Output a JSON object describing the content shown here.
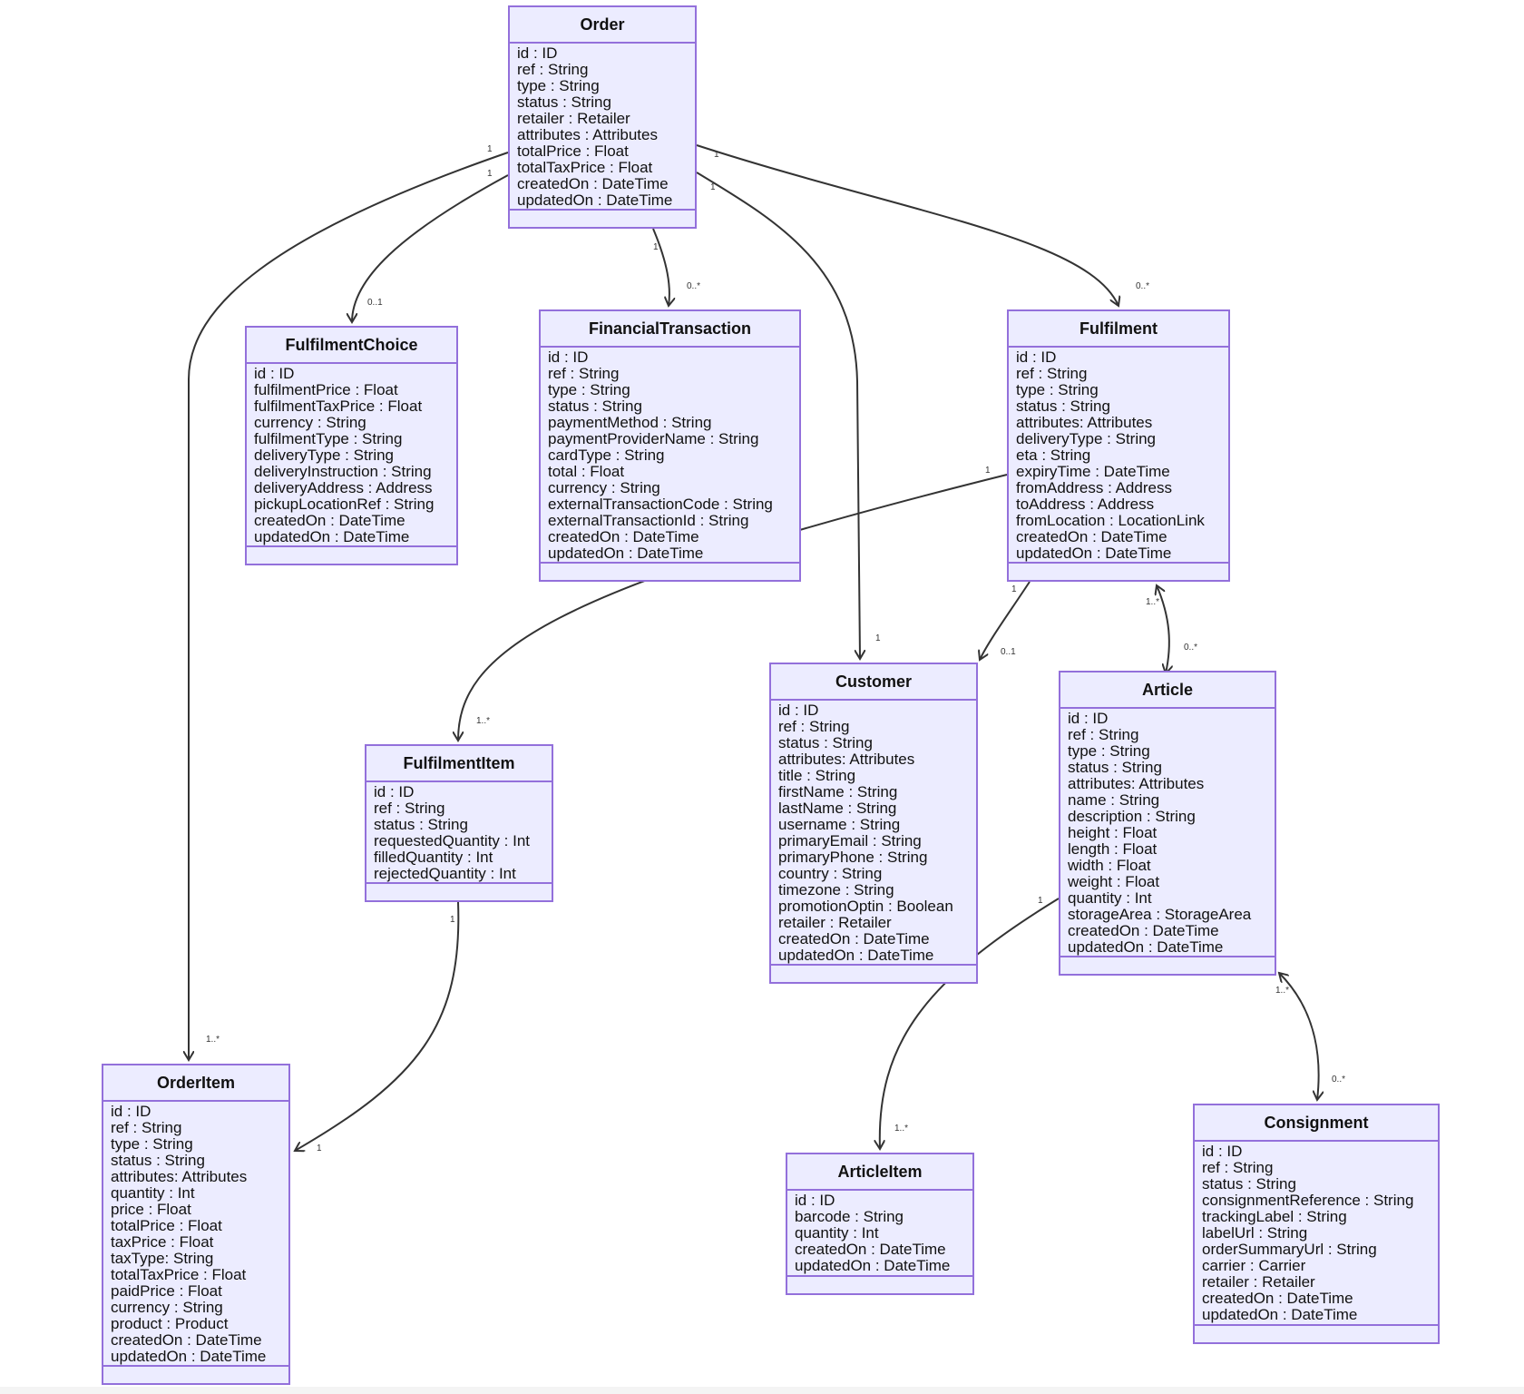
{
  "colors": {
    "class_fill": "#ECECFF",
    "class_border": "#9370DB",
    "edge": "#333333",
    "text": "#111111"
  },
  "classes": [
    {
      "id": "order",
      "name": "Order",
      "attributes": [
        "id : ID",
        "ref : String",
        "type : String",
        "status : String",
        "retailer : Retailer",
        "attributes : Attributes",
        "totalPrice : Float",
        "totalTaxPrice : Float",
        "createdOn : DateTime",
        "updatedOn : DateTime"
      ]
    },
    {
      "id": "fulfilmentchoice",
      "name": "FulfilmentChoice",
      "attributes": [
        "id : ID",
        "fulfilmentPrice : Float",
        "fulfilmentTaxPrice : Float",
        "currency : String",
        "fulfilmentType : String",
        "deliveryType : String",
        "deliveryInstruction : String",
        "deliveryAddress : Address",
        "pickupLocationRef : String",
        "createdOn : DateTime",
        "updatedOn : DateTime"
      ]
    },
    {
      "id": "financialtransaction",
      "name": "FinancialTransaction",
      "attributes": [
        "id : ID",
        "ref : String",
        "type : String",
        "status : String",
        "paymentMethod : String",
        "paymentProviderName : String",
        "cardType : String",
        "total : Float",
        "currency : String",
        "externalTransactionCode : String",
        "externalTransactionId : String",
        "createdOn : DateTime",
        "updatedOn : DateTime"
      ]
    },
    {
      "id": "fulfilment",
      "name": "Fulfilment",
      "attributes": [
        "id : ID",
        "ref : String",
        "type : String",
        "status : String",
        "attributes: Attributes",
        "deliveryType : String",
        "eta : String",
        "expiryTime : DateTime",
        "fromAddress : Address",
        "toAddress : Address",
        "fromLocation : LocationLink",
        "createdOn : DateTime",
        "updatedOn : DateTime"
      ]
    },
    {
      "id": "customer",
      "name": "Customer",
      "attributes": [
        "id : ID",
        "ref : String",
        "status : String",
        "attributes: Attributes",
        "title : String",
        "firstName : String",
        "lastName : String",
        "username : String",
        "primaryEmail : String",
        "primaryPhone : String",
        "country : String",
        "timezone : String",
        "promotionOptin : Boolean",
        "retailer : Retailer",
        "createdOn : DateTime",
        "updatedOn : DateTime"
      ]
    },
    {
      "id": "article",
      "name": "Article",
      "attributes": [
        "id : ID",
        "ref : String",
        "type : String",
        "status : String",
        "attributes: Attributes",
        "name : String",
        "description : String",
        "height : Float",
        "length : Float",
        "width : Float",
        "weight : Float",
        "quantity : Int",
        "storageArea : StorageArea",
        "createdOn : DateTime",
        "updatedOn : DateTime"
      ]
    },
    {
      "id": "fulfilmentitem",
      "name": "FulfilmentItem",
      "attributes": [
        "id : ID",
        "ref : String",
        "status : String",
        "requestedQuantity : Int",
        "filledQuantity : Int",
        "rejectedQuantity : Int"
      ]
    },
    {
      "id": "orderitem",
      "name": "OrderItem",
      "attributes": [
        "id : ID",
        "ref : String",
        "type : String",
        "status : String",
        "attributes: Attributes",
        "quantity : Int",
        "price : Float",
        "totalPrice : Float",
        "taxPrice : Float",
        "taxType: String",
        "totalTaxPrice : Float",
        "paidPrice : Float",
        "currency : String",
        "product : Product",
        "createdOn : DateTime",
        "updatedOn : DateTime"
      ]
    },
    {
      "id": "articleitem",
      "name": "ArticleItem",
      "attributes": [
        "id : ID",
        "barcode : String",
        "quantity : Int",
        "createdOn : DateTime",
        "updatedOn : DateTime"
      ]
    },
    {
      "id": "consignment",
      "name": "Consignment",
      "attributes": [
        "id : ID",
        "ref : String",
        "status : String",
        "consignmentReference : String",
        "trackingLabel : String",
        "labelUrl : String",
        "orderSummaryUrl : String",
        "carrier : Carrier",
        "retailer : Retailer",
        "createdOn : DateTime",
        "updatedOn : DateTime"
      ]
    }
  ],
  "relations": [
    {
      "from": "order",
      "to": "orderitem",
      "from_card": "1",
      "to_card": "1..*"
    },
    {
      "from": "order",
      "to": "fulfilmentchoice",
      "from_card": "1",
      "to_card": "0..1"
    },
    {
      "from": "order",
      "to": "financialtransaction",
      "from_card": "1",
      "to_card": "0..*"
    },
    {
      "from": "order",
      "to": "customer",
      "from_card": "1",
      "to_card": "1"
    },
    {
      "from": "order",
      "to": "fulfilment",
      "from_card": "1",
      "to_card": "0..*"
    },
    {
      "from": "fulfilment",
      "to": "fulfilmentitem",
      "from_card": "1",
      "to_card": "1..*"
    },
    {
      "from": "fulfilment",
      "to": "customer",
      "from_card": "1",
      "to_card": "0..1"
    },
    {
      "from": "fulfilment",
      "to": "article",
      "from_card": "1..*",
      "to_card": "0..*"
    },
    {
      "from": "fulfilmentitem",
      "to": "orderitem",
      "from_card": "1",
      "to_card": "1"
    },
    {
      "from": "article",
      "to": "articleitem",
      "from_card": "1",
      "to_card": "1..*"
    },
    {
      "from": "article",
      "to": "consignment",
      "from_card": "1..*",
      "to_card": "0..*"
    }
  ]
}
